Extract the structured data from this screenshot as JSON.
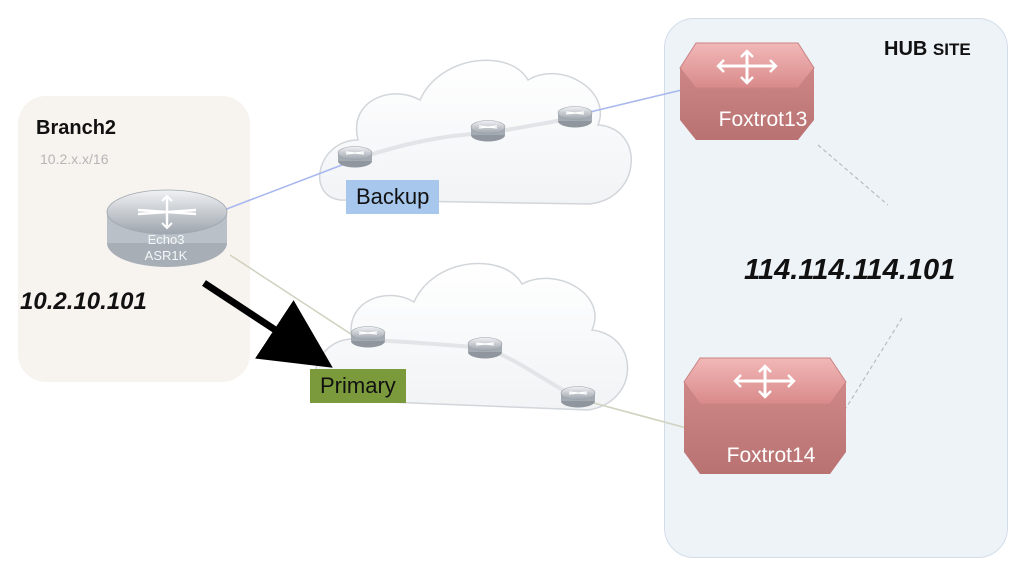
{
  "branch": {
    "title": "Branch2",
    "subnet": "10.2.x.x/16",
    "router_name": "Echo3",
    "router_model": "ASR1K",
    "ip": "10.2.10.101"
  },
  "hub": {
    "title_main": "HUB ",
    "title_small": "SITE",
    "ip": "114.114.114.101",
    "routers": [
      "Foxtrot13",
      "Foxtrot14"
    ]
  },
  "paths": {
    "backup_label": "Backup",
    "primary_label": "Primary"
  },
  "colors": {
    "backup_tag": "#a7c7ec",
    "primary_tag": "#7b9a3c",
    "hub_router": "#e39a9a",
    "branch_router": "#c7ced6",
    "backup_link": "#a8b8ee",
    "primary_link": "#cfd3c0"
  },
  "icons": {
    "router": "router-icon",
    "cloud": "cloud-icon",
    "arrow": "arrow-icon"
  }
}
